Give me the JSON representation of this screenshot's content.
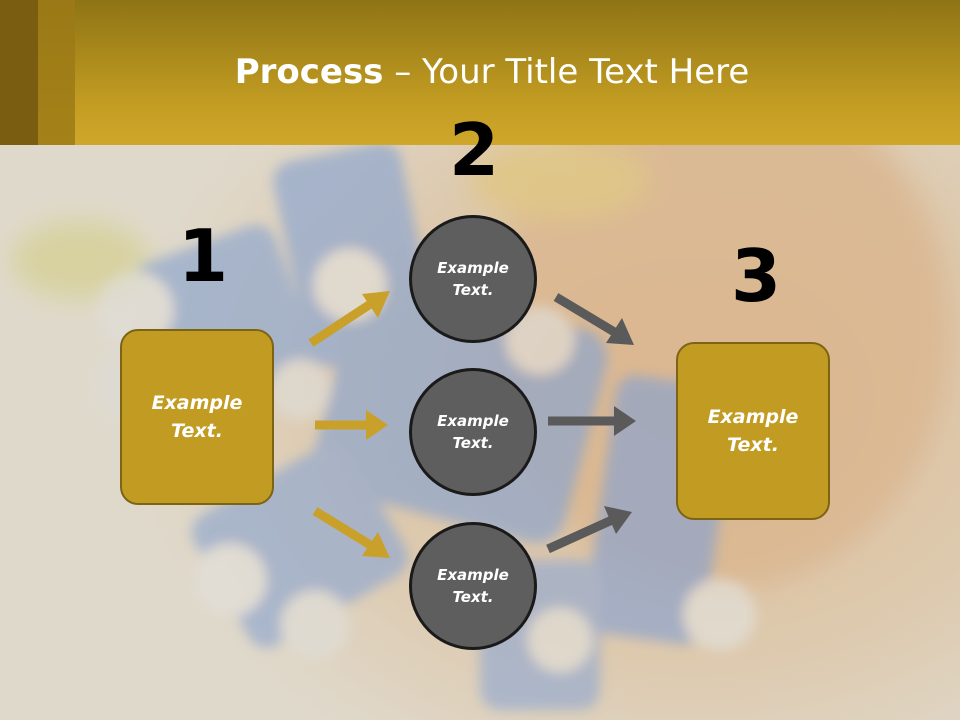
{
  "slide": {
    "title_bold": "Process",
    "title_rest": " – Your Title Text Here",
    "numbers": [
      "1",
      "2",
      "3"
    ],
    "left_box": {
      "text": "Example Text."
    },
    "right_box": {
      "text": "Example Text."
    },
    "circles": [
      {
        "text": "Example Text."
      },
      {
        "text": "Example Text."
      },
      {
        "text": "Example Text."
      }
    ]
  },
  "colors": {
    "header": "#c29c22",
    "box_fill": "#c29b22",
    "circle_fill": "#5e5e5e",
    "gold_arrow": "#c9a12a",
    "gray_arrow": "#5a5a5a"
  },
  "icons": {
    "left_arrows": "arrow-icon",
    "right_arrows": "arrow-icon"
  }
}
